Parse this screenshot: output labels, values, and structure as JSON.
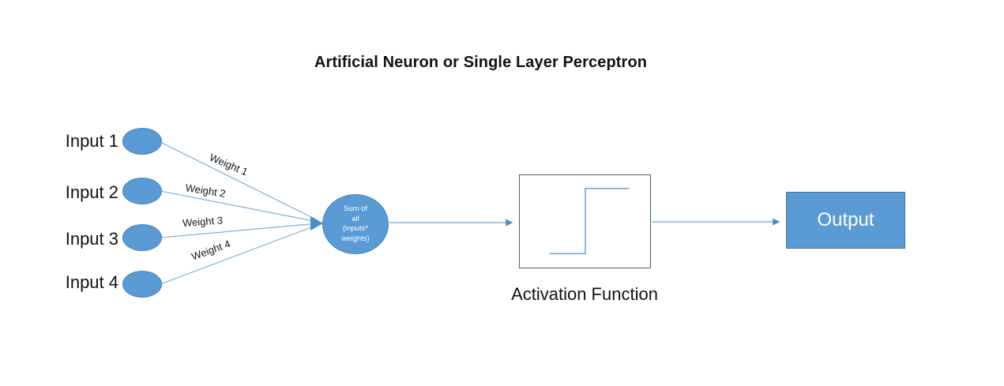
{
  "diagram": {
    "title": "Artificial Neuron or Single Layer Perceptron",
    "colors": {
      "node_fill": "#5B9BD5",
      "node_stroke": "#4281BE",
      "connector": "#5B9BD5",
      "box_border": "#44646F",
      "output_fill": "#5B9BD5",
      "text": "#111111",
      "background": "#FFFFFF"
    },
    "inputs": [
      {
        "label": "Input 1",
        "node_name": "input-node-1"
      },
      {
        "label": "Input 2",
        "node_name": "input-node-2"
      },
      {
        "label": "Input 3",
        "node_name": "input-node-3"
      },
      {
        "label": "Input 4",
        "node_name": "input-node-4"
      }
    ],
    "weights": [
      {
        "label": "Weight 1"
      },
      {
        "label": "Weight 2"
      },
      {
        "label": "Weight 3"
      },
      {
        "label": "Weight 4"
      }
    ],
    "summation": {
      "line1": "Sum of",
      "line2": "all",
      "line3": "(inputs*",
      "line4": "weights)"
    },
    "activation": {
      "caption": "Activation Function",
      "function_type": "step"
    },
    "output": {
      "label": "Output"
    }
  }
}
